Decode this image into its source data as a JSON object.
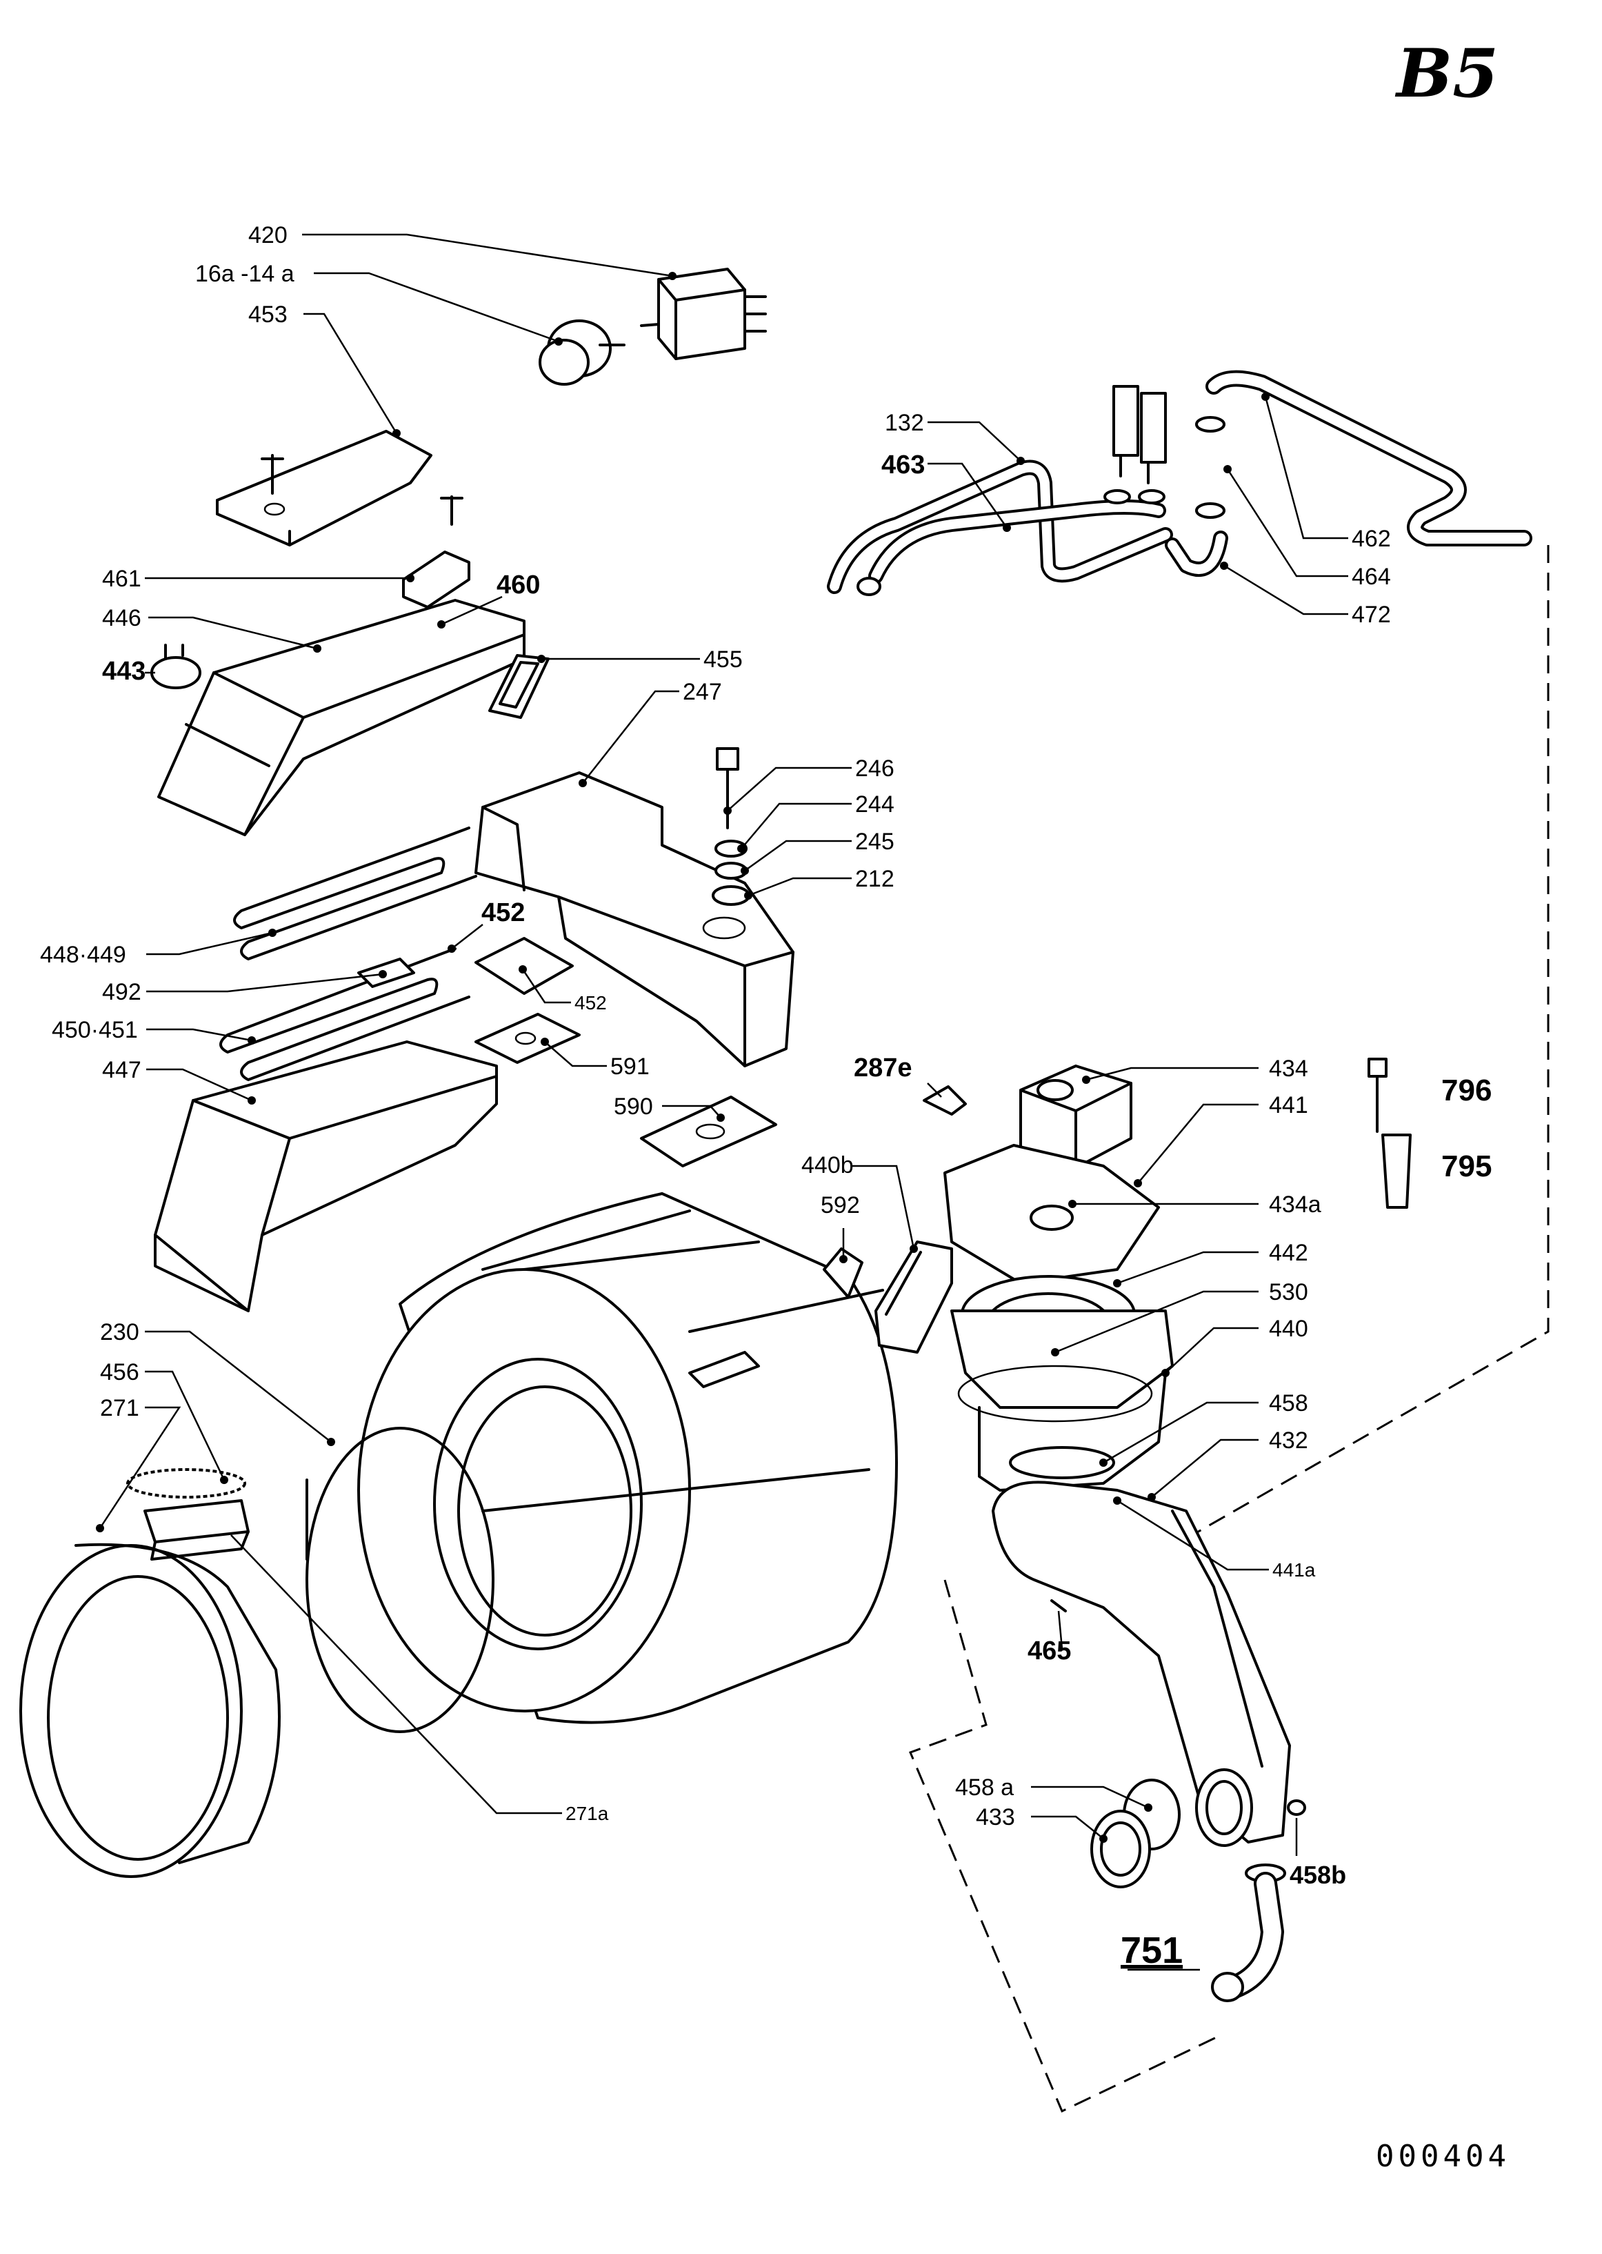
{
  "sheet": {
    "title": "B5",
    "code": "000404"
  },
  "labels": {
    "l420": "420",
    "l16a": "16a -14 a",
    "l453": "453",
    "l461": "461",
    "l460": "460",
    "l446": "446",
    "l443": "443",
    "l455": "455",
    "l247": "247",
    "l246": "246",
    "l244": "244",
    "l245": "245",
    "l212": "212",
    "l448": "448·449",
    "l452a": "452",
    "l492": "492",
    "l452b": "452",
    "l450": "450·451",
    "l591": "591",
    "l447": "447",
    "l590": "590",
    "l132": "132",
    "l463": "463",
    "l462": "462",
    "l464": "464",
    "l472": "472",
    "l287e": "287e",
    "l434": "434",
    "l441": "441",
    "l796": "796",
    "l795": "795",
    "l440b": "440b",
    "l434a": "434a",
    "l592": "592",
    "l442": "442",
    "l530": "530",
    "l440": "440",
    "l458": "458",
    "l432": "432",
    "l441a": "441a",
    "l230": "230",
    "l456": "456",
    "l271": "271",
    "l465": "465",
    "l458a": "458 a",
    "l433": "433",
    "l458b": "458b",
    "l751": "751",
    "l271a": "271a"
  }
}
